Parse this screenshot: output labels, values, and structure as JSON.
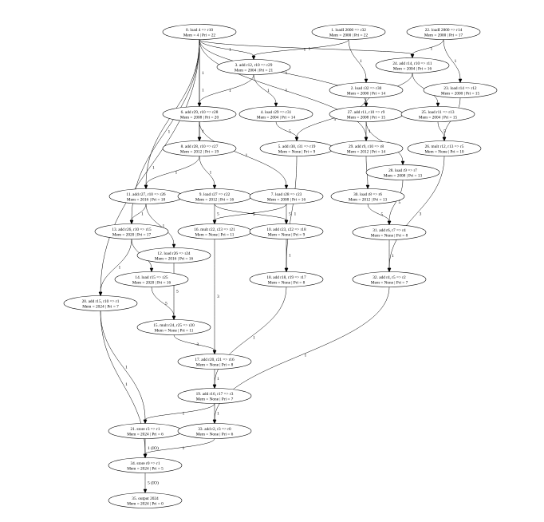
{
  "graph": {
    "nodes": [
      {
        "id": "n0",
        "line1": "0. load 4 => r10",
        "line2": "Mem = 4 | Pri = 22"
      },
      {
        "id": "n1",
        "line1": "1. loadI 2000 => r32",
        "line2": "Mem = 2000 | Pri = 22"
      },
      {
        "id": "n22",
        "line1": "22. loadI 2800 => r14",
        "line2": "Mem = 2000 | Pri = 17"
      },
      {
        "id": "n3",
        "line1": "3. add r12, r10 => r29",
        "line2": "Mem = 2004 | Pri = 21"
      },
      {
        "id": "n24",
        "line1": "24. add r14, r10 => r11",
        "line2": "Mem = 2004 | Pri = 16"
      },
      {
        "id": "n2",
        "line1": "2. load r32 => r30",
        "line2": "Mem = 2000 | Pri = 14"
      },
      {
        "id": "n23",
        "line1": "23. load r14 => r12",
        "line2": "Mem = 2000 | Pri = 15"
      },
      {
        "id": "n6",
        "line1": "6. add r29, r10 => r28",
        "line2": "Mem = 2008 | Pri = 20"
      },
      {
        "id": "n4",
        "line1": "4. load r29 => r31",
        "line2": "Mem = 2004 | Pri = 14"
      },
      {
        "id": "n27",
        "line1": "27. add r11, r10 => r9",
        "line2": "Mem = 2008 | Pri = 15"
      },
      {
        "id": "n25",
        "line1": "25. load r11 => r13",
        "line2": "Mem = 2004 | Pri = 15"
      },
      {
        "id": "n8",
        "line1": "8. add r28, r10 => r27",
        "line2": "Mem = 2012 | Pri = 19"
      },
      {
        "id": "n5",
        "line1": "5. add r30, r31 => r19",
        "line2": "Mem = None | Pri = 9"
      },
      {
        "id": "n29",
        "line1": "29. add r9, r10 => r8",
        "line2": "Mem = 2012 | Pri = 14"
      },
      {
        "id": "n26",
        "line1": "26. mult r12, r13 => r5",
        "line2": "Mem = None | Pri = 10"
      },
      {
        "id": "n28",
        "line1": "28. load r9 => r7",
        "line2": "Mem = 2008 | Pri = 13"
      },
      {
        "id": "n11",
        "line1": "11. add r27, r10 => r26",
        "line2": "Mem = 2016 | Pri = 18"
      },
      {
        "id": "n9",
        "line1": "9. load r27 => r22",
        "line2": "Mem = 2012 | Pri = 16"
      },
      {
        "id": "n7",
        "line1": "7. load r28 => r23",
        "line2": "Mem = 2008 | Pri = 16"
      },
      {
        "id": "n30",
        "line1": "30. load r8 => r6",
        "line2": "Mem = 2012 | Pri = 13"
      },
      {
        "id": "n13",
        "line1": "13. add r26, r10 => r15",
        "line2": "Mem = 2020 | Pri = 17"
      },
      {
        "id": "n16",
        "line1": "16. mult r22, r23 => r21",
        "line2": "Mem = None | Pri = 11"
      },
      {
        "id": "n10",
        "line1": "10. add r23, r22 => r18",
        "line2": "Mem = None | Pri = 9"
      },
      {
        "id": "n31",
        "line1": "31. add r6, r7 => r4",
        "line2": "Mem = None | Pri = 8"
      },
      {
        "id": "n12",
        "line1": "12. load r26 => r24",
        "line2": "Mem = 2016 | Pri = 16"
      },
      {
        "id": "n14",
        "line1": "14. load r15 => r25",
        "line2": "Mem = 2020 | Pri = 16"
      },
      {
        "id": "n18",
        "line1": "18. add r18, r19 => r17",
        "line2": "Mem = None | Pri = 8"
      },
      {
        "id": "n32",
        "line1": "32. add r4, r5 => r2",
        "line2": "Mem = None | Pri = 7"
      },
      {
        "id": "n20",
        "line1": "20. add r15, r10 => r1",
        "line2": "Mem = 2024 | Pri = 7"
      },
      {
        "id": "n15",
        "line1": "15. mult r24, r25 => r20",
        "line2": "Mem = None | Pri = 11"
      },
      {
        "id": "n17",
        "line1": "17. add r20, r21 => r16",
        "line2": "Mem = None | Pri = 8"
      },
      {
        "id": "n19",
        "line1": "19. add r16, r17 => r3",
        "line2": "Mem = None | Pri = 7"
      },
      {
        "id": "n21",
        "line1": "21. store r3 => r1",
        "line2": "Mem = 2024 | Pri = 6"
      },
      {
        "id": "n33",
        "line1": "33. add r2, r3 => r0",
        "line2": "Mem = None | Pri = 6"
      },
      {
        "id": "n34",
        "line1": "34. store r0 => r1",
        "line2": "Mem = 2024 | Pri = 5"
      },
      {
        "id": "n35",
        "line1": "35. output 2024",
        "line2": "Mem = 2024 | Pri = 0"
      }
    ],
    "edges": [
      {
        "from": "n0",
        "to": "n3",
        "label": "1"
      },
      {
        "from": "n0",
        "to": "n6",
        "label": "1"
      },
      {
        "from": "n0",
        "to": "n8",
        "label": "1"
      },
      {
        "from": "n0",
        "to": "n11",
        "label": "1"
      },
      {
        "from": "n0",
        "to": "n13",
        "label": "1"
      },
      {
        "from": "n0",
        "to": "n20",
        "label": "1"
      },
      {
        "from": "n0",
        "to": "n24",
        "label": "1"
      },
      {
        "from": "n0",
        "to": "n27",
        "label": "1"
      },
      {
        "from": "n0",
        "to": "n29",
        "label": "1"
      },
      {
        "from": "n1",
        "to": "n2",
        "label": "1"
      },
      {
        "from": "n1",
        "to": "n3",
        "label": "1"
      },
      {
        "from": "n22",
        "to": "n24",
        "label": "1"
      },
      {
        "from": "n22",
        "to": "n23",
        "label": "1"
      },
      {
        "from": "n3",
        "to": "n6",
        "label": "1"
      },
      {
        "from": "n3",
        "to": "n4",
        "label": "1"
      },
      {
        "from": "n24",
        "to": "n27",
        "label": "1"
      },
      {
        "from": "n24",
        "to": "n25",
        "label": "1"
      },
      {
        "from": "n2",
        "to": "n5",
        "label": "5"
      },
      {
        "from": "n23",
        "to": "n26",
        "label": "5"
      },
      {
        "from": "n6",
        "to": "n8",
        "label": "1"
      },
      {
        "from": "n6",
        "to": "n7",
        "label": "1"
      },
      {
        "from": "n4",
        "to": "n5",
        "label": "5"
      },
      {
        "from": "n27",
        "to": "n29",
        "label": "1"
      },
      {
        "from": "n27",
        "to": "n28",
        "label": "1"
      },
      {
        "from": "n25",
        "to": "n26",
        "label": "5"
      },
      {
        "from": "n8",
        "to": "n11",
        "label": "1"
      },
      {
        "from": "n8",
        "to": "n9",
        "label": "1"
      },
      {
        "from": "n5",
        "to": "n18",
        "label": "1"
      },
      {
        "from": "n29",
        "to": "n30",
        "label": "1"
      },
      {
        "from": "n26",
        "to": "n32",
        "label": "3"
      },
      {
        "from": "n28",
        "to": "n31",
        "label": "5"
      },
      {
        "from": "n11",
        "to": "n13",
        "label": "1"
      },
      {
        "from": "n11",
        "to": "n12",
        "label": "1"
      },
      {
        "from": "n9",
        "to": "n16",
        "label": "5"
      },
      {
        "from": "n9",
        "to": "n10",
        "label": "5"
      },
      {
        "from": "n7",
        "to": "n16",
        "label": "5"
      },
      {
        "from": "n7",
        "to": "n10",
        "label": "5"
      },
      {
        "from": "n30",
        "to": "n31",
        "label": "5"
      },
      {
        "from": "n13",
        "to": "n20",
        "label": "1"
      },
      {
        "from": "n13",
        "to": "n14",
        "label": "1"
      },
      {
        "from": "n16",
        "to": "n17",
        "label": "3"
      },
      {
        "from": "n10",
        "to": "n18",
        "label": "1"
      },
      {
        "from": "n31",
        "to": "n32",
        "label": "1"
      },
      {
        "from": "n12",
        "to": "n15",
        "label": "5"
      },
      {
        "from": "n14",
        "to": "n15",
        "label": "5"
      },
      {
        "from": "n18",
        "to": "n19",
        "label": "1"
      },
      {
        "from": "n32",
        "to": "n33",
        "label": "1"
      },
      {
        "from": "n20",
        "to": "n21",
        "label": "1"
      },
      {
        "from": "n20",
        "to": "n34",
        "label": "1"
      },
      {
        "from": "n15",
        "to": "n17",
        "label": "3"
      },
      {
        "from": "n17",
        "to": "n19",
        "label": "1"
      },
      {
        "from": "n19",
        "to": "n21",
        "label": "1"
      },
      {
        "from": "n19",
        "to": "n33",
        "label": "1"
      },
      {
        "from": "n21",
        "to": "n34",
        "label": "1 (IO)"
      },
      {
        "from": "n33",
        "to": "n34",
        "label": "1"
      },
      {
        "from": "n34",
        "to": "n35",
        "label": "5 (IO)"
      }
    ]
  }
}
